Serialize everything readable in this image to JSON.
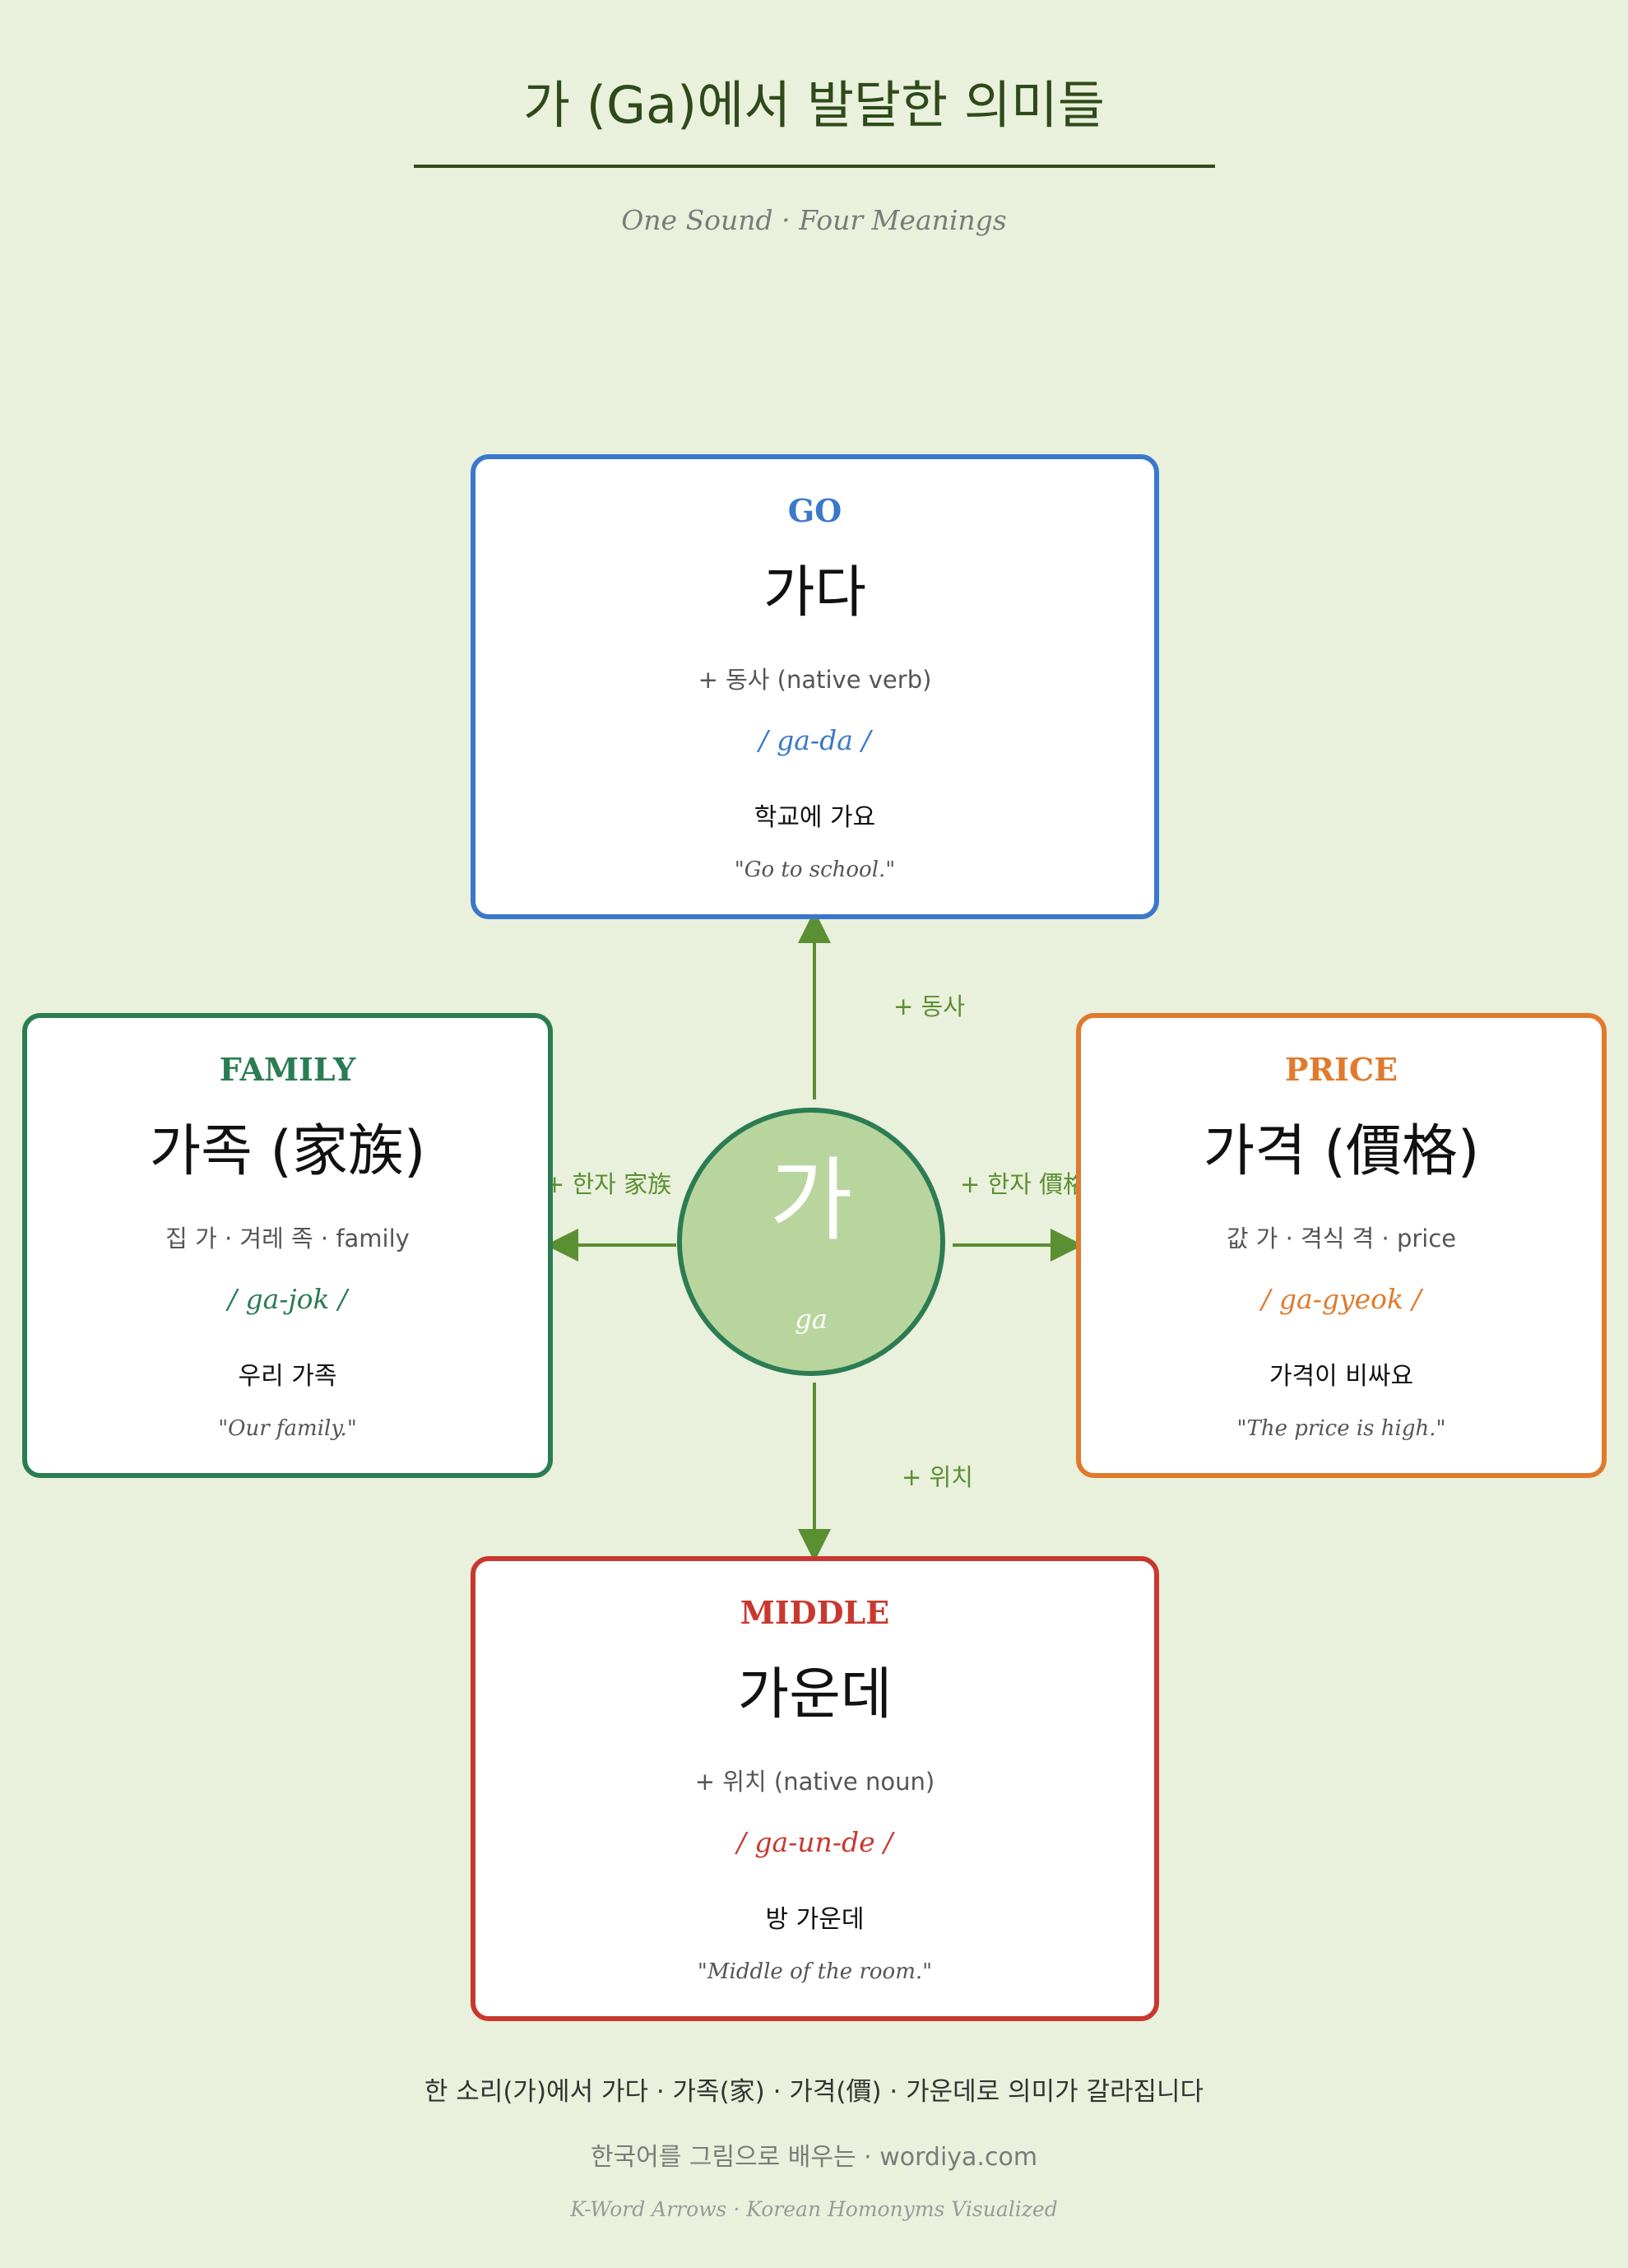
{
  "title": "가 (Ga)에서 발달한 의미들",
  "subtitle": "One Sound · Four Meanings",
  "center": {
    "char": "가",
    "roman": "ga",
    "fill": "#b8d59e",
    "border": "#2c7c53"
  },
  "edges": {
    "up": "+ 동사",
    "left": "+ 한자 家族",
    "right": "+ 한자 價格",
    "down": "+ 위치",
    "color": "#5a8f32"
  },
  "cards": {
    "go": {
      "heading": "GO",
      "word": "가다",
      "note": "+ 동사 (native verb)",
      "romanization": "/ ga-da /",
      "example": "학교에 가요",
      "translation": "\"Go to school.\"",
      "color": "#3a78cc"
    },
    "family": {
      "heading": "FAMILY",
      "word": "가족 (家族)",
      "note": "집 가 · 겨레 족 · family",
      "romanization": "/ ga-jok /",
      "example": "우리 가족",
      "translation": "\"Our family.\"",
      "color": "#2a7d52"
    },
    "price": {
      "heading": "PRICE",
      "word": "가격 (價格)",
      "note": "값 가 · 격식 격 · price",
      "romanization": "/ ga-gyeok /",
      "example": "가격이 비싸요",
      "translation": "\"The price is high.\"",
      "color": "#e07a2c"
    },
    "middle": {
      "heading": "MIDDLE",
      "word": "가운데",
      "note": "+ 위치 (native noun)",
      "romanization": "/ ga-un-de /",
      "example": "방 가운데",
      "translation": "\"Middle of the room.\"",
      "color": "#c9382f"
    }
  },
  "footer": {
    "summary": "한 소리(가)에서 가다 · 가족(家) · 가격(價) · 가운데로 의미가 갈라집니다",
    "site": "한국어를 그림으로 배우는 · wordiya.com",
    "series": "K-Word Arrows · Korean Homonyms Visualized"
  }
}
